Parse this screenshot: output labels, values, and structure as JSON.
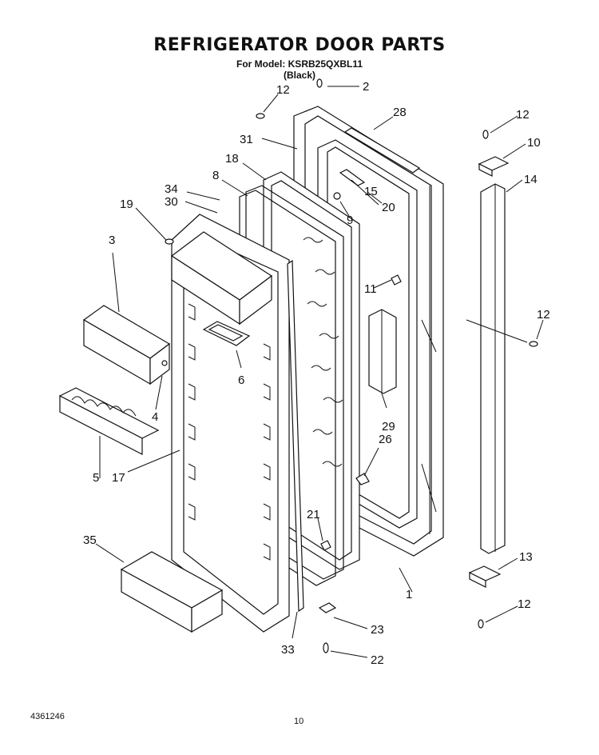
{
  "title": "REFRIGERATOR DOOR PARTS",
  "subtitle": "For Model: KSRB25QXBL11",
  "color_note": "(Black)",
  "footer": {
    "code": "4361246",
    "page": "10"
  },
  "callouts": {
    "c1": "1",
    "c2": "2",
    "c3": "3",
    "c4": "4",
    "c5": "5",
    "c6": "6",
    "c8": "8",
    "c9": "9",
    "c10": "10",
    "c11": "11",
    "c12a": "12",
    "c12b": "12",
    "c12c": "12",
    "c12d": "12",
    "c13": "13",
    "c14": "14",
    "c15": "15",
    "c17": "17",
    "c18": "18",
    "c19": "19",
    "c20": "20",
    "c21": "21",
    "c22": "22",
    "c23": "23",
    "c26": "26",
    "c28": "28",
    "c29": "29",
    "c30": "30",
    "c31": "31",
    "c33": "33",
    "c34": "34",
    "c35": "35"
  }
}
